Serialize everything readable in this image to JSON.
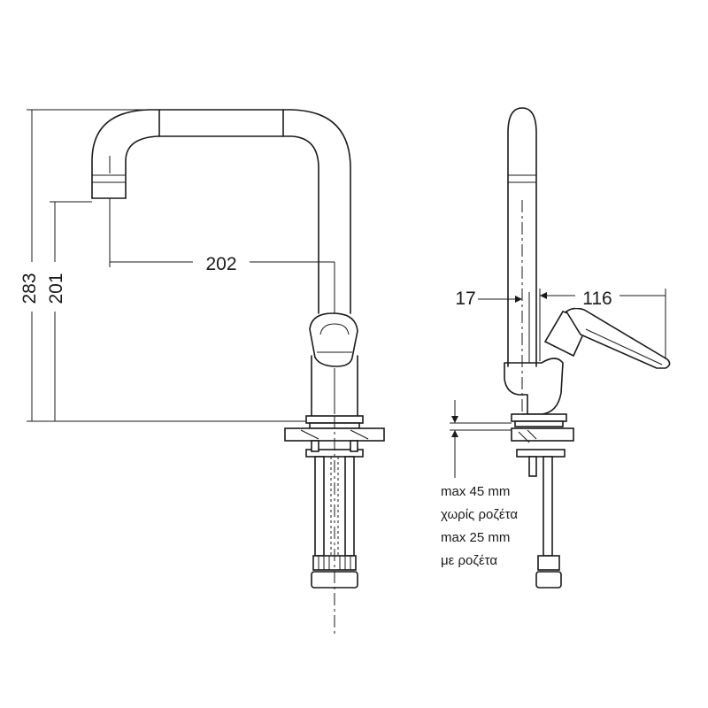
{
  "front_view": {
    "dim_height_total": "283",
    "dim_height_outlet": "201",
    "dim_reach": "202"
  },
  "side_view": {
    "dim_offset": "17",
    "dim_handle": "116",
    "notes": [
      "max 45 mm",
      "χωρίς ροζέτα",
      "max 25 mm",
      "με ροζέτα"
    ]
  }
}
